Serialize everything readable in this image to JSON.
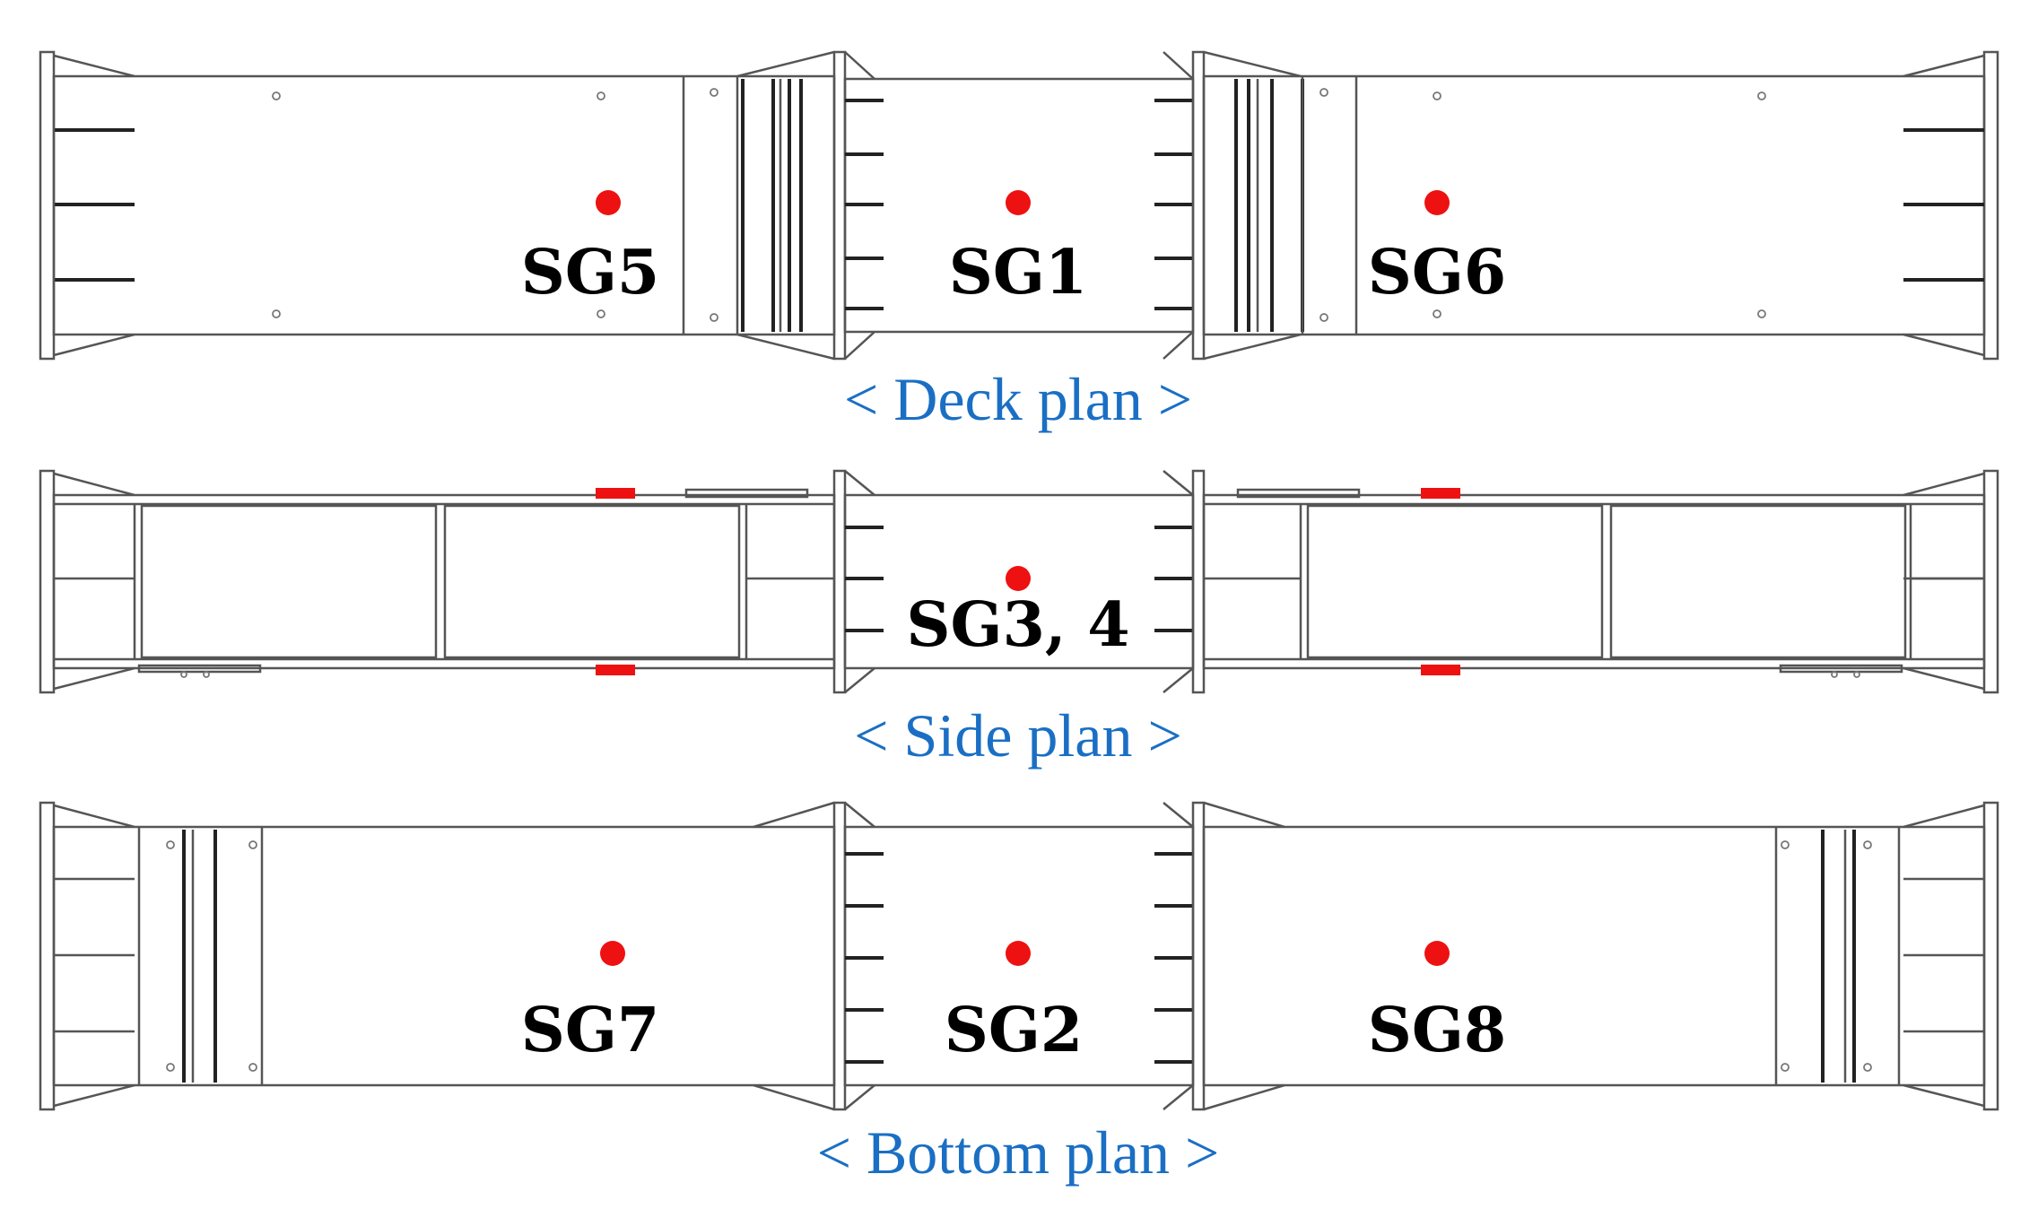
{
  "colors": {
    "sensor": "#ee1111",
    "caption": "#1a6fc4",
    "outline": "#555555",
    "label": "#000000"
  },
  "panels": [
    {
      "caption": "< Deck plan >",
      "gauges": [
        {
          "label": "SG5",
          "marker": "dot"
        },
        {
          "label": "SG1",
          "marker": "dot"
        },
        {
          "label": "SG6",
          "marker": "dot"
        }
      ]
    },
    {
      "caption": "< Side plan >",
      "gauges": [
        {
          "label": "SG3, 4",
          "marker": "dot"
        },
        {
          "label": "",
          "marker": "bar-pair"
        },
        {
          "label": "",
          "marker": "bar-pair"
        }
      ]
    },
    {
      "caption": "< Bottom plan >",
      "gauges": [
        {
          "label": "SG7",
          "marker": "dot"
        },
        {
          "label": "SG2",
          "marker": "dot"
        },
        {
          "label": "SG8",
          "marker": "dot"
        }
      ]
    }
  ]
}
